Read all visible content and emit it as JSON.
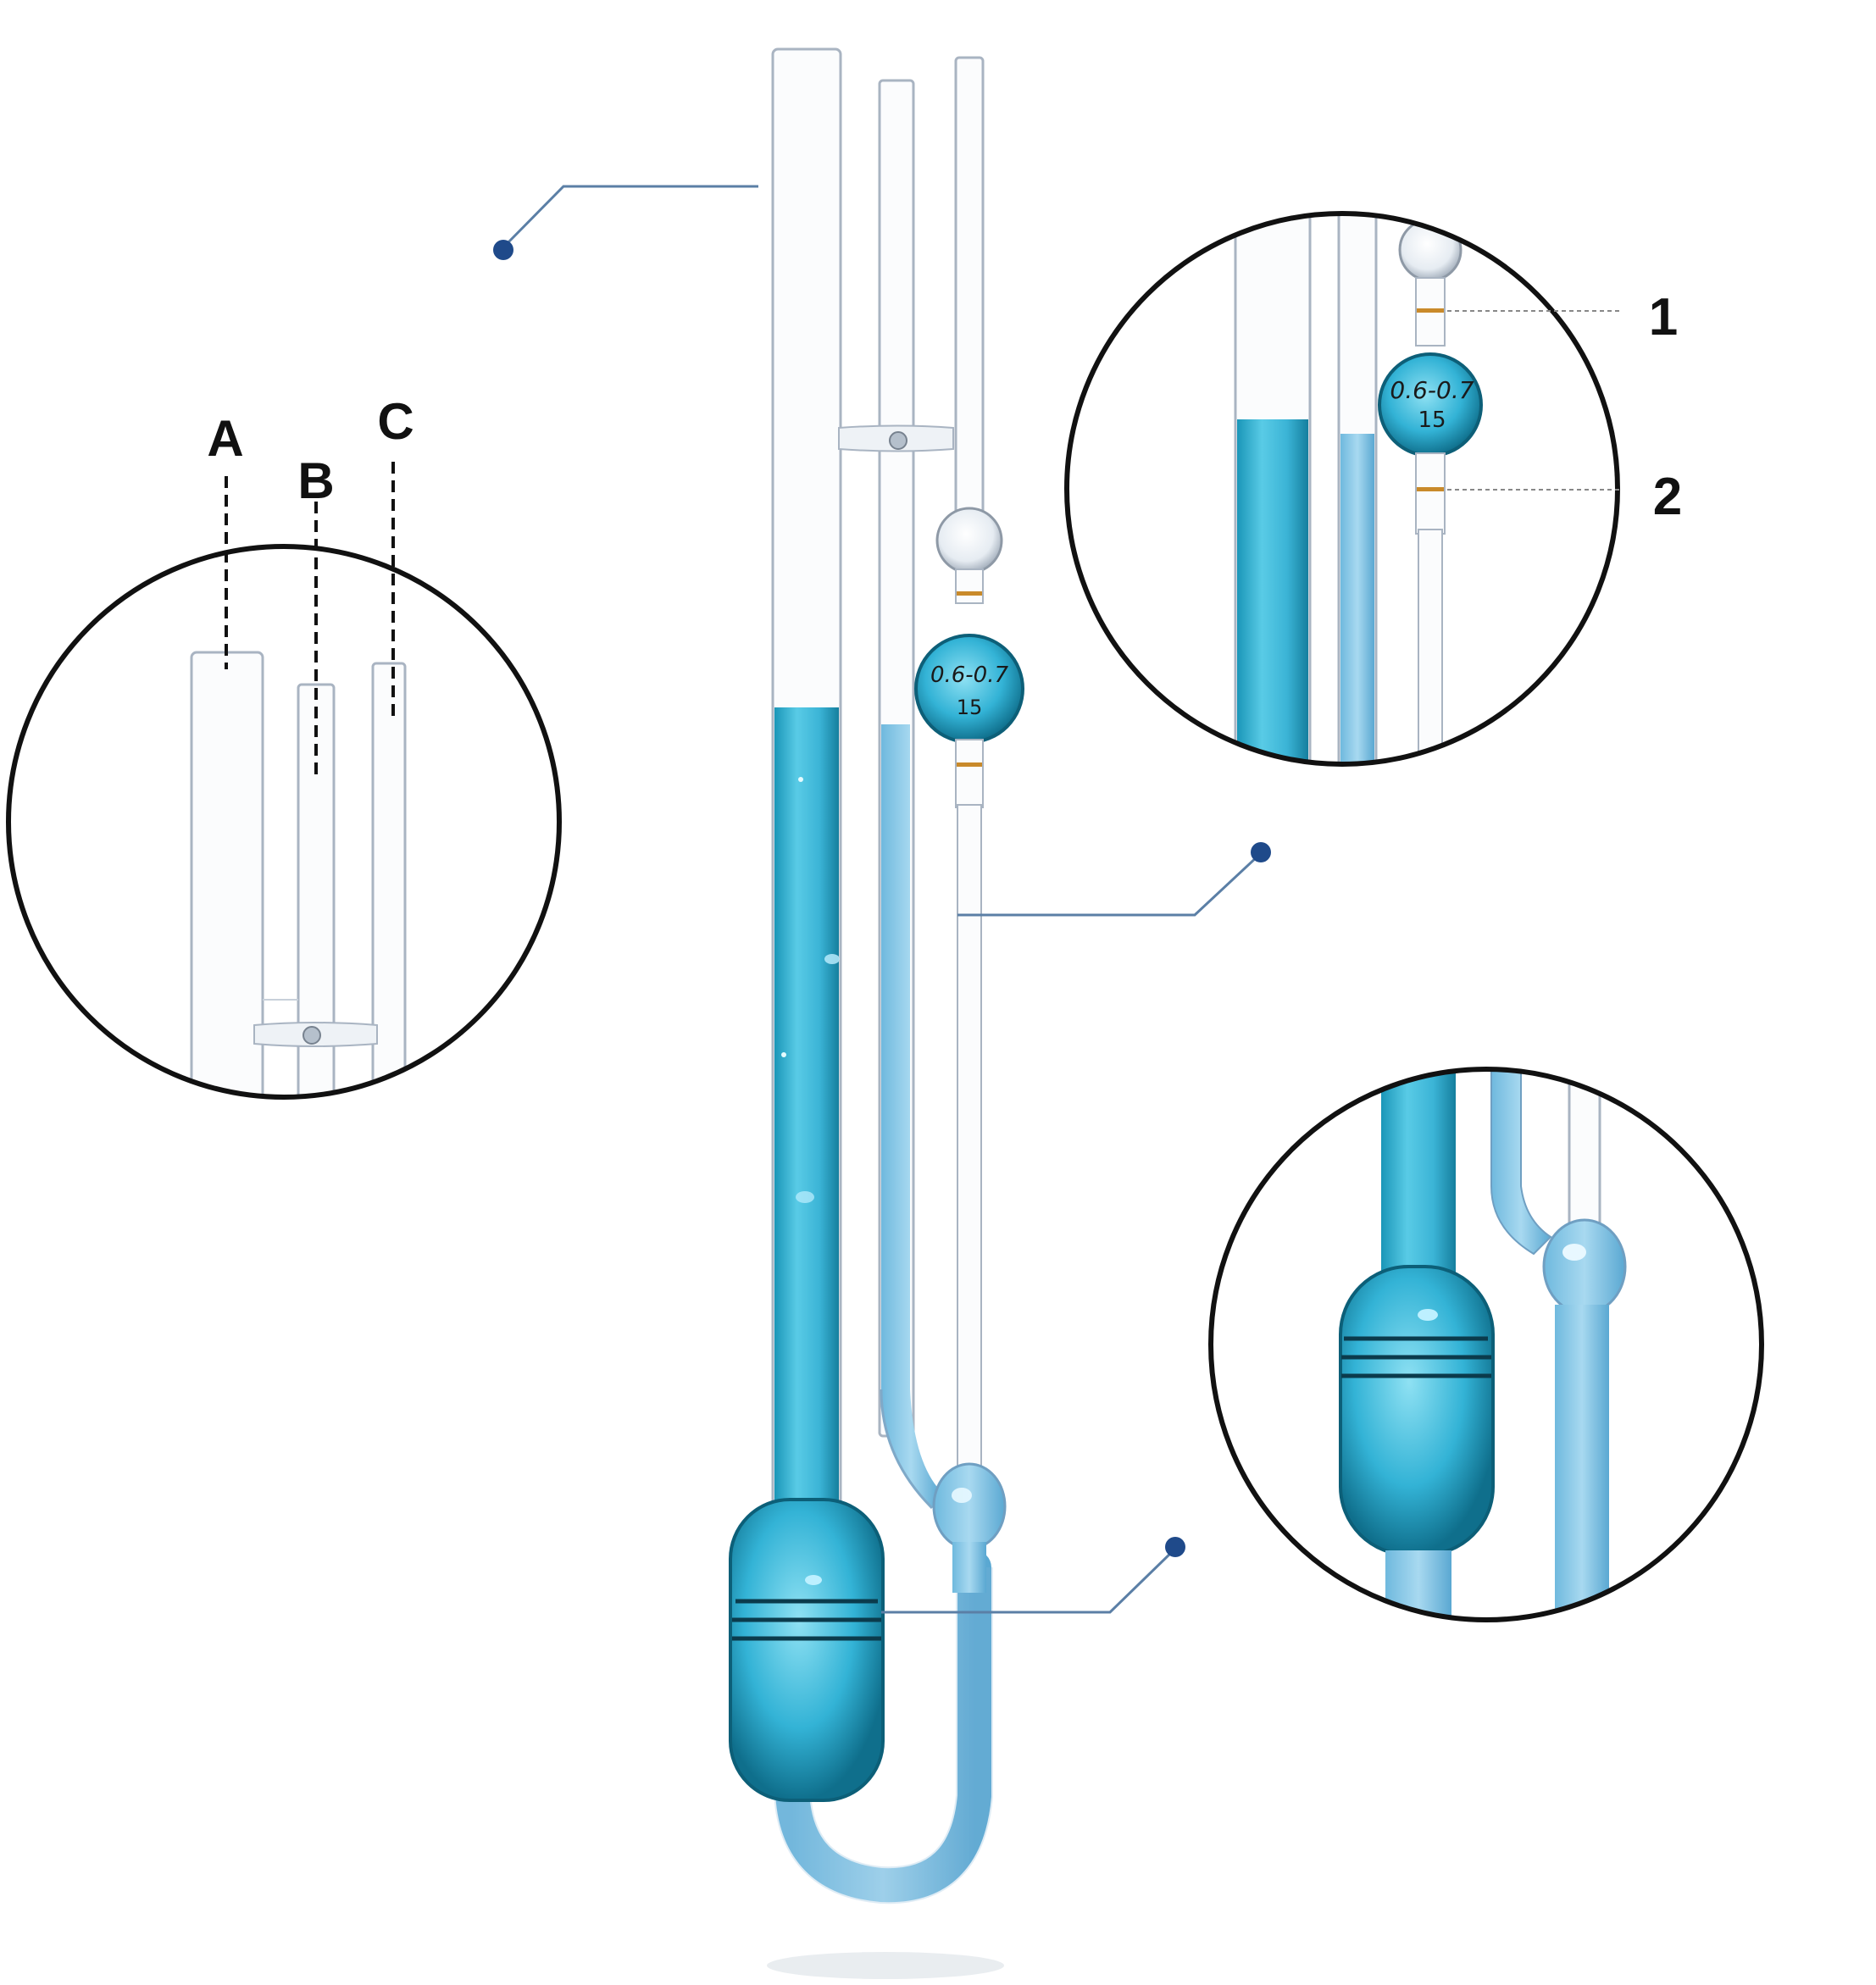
{
  "colors": {
    "liquid": "#4ec3e0",
    "liquid_dark": "#1a96b8",
    "glass_edge": "#a9b4c2",
    "callout": "#5b7fa6",
    "callout_dot": "#1f4a8a",
    "circle_border": "#111111",
    "mark": "#c98a2a"
  },
  "labels": {
    "tube_a": "A",
    "tube_b": "B",
    "tube_c": "C",
    "mark_1": "1",
    "mark_2": "2"
  },
  "bulb_etching": {
    "range": "0.6-0.7",
    "number": "15"
  }
}
